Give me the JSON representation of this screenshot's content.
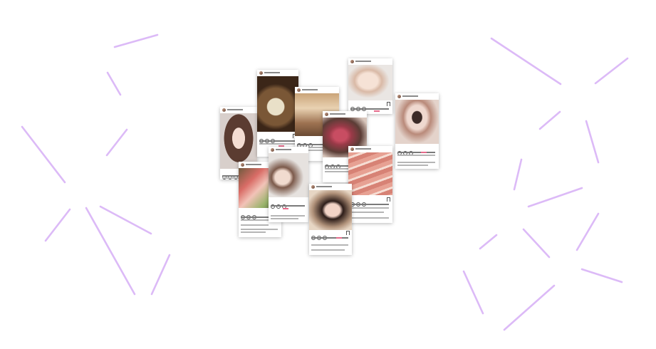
{
  "colors": {
    "background": "#ffffff",
    "decoration_stroke": "#dcbaf7"
  },
  "posts": [
    {
      "id": "selfie-brown-hair",
      "photo": "portrait"
    },
    {
      "id": "glass-drink",
      "photo": "drink"
    },
    {
      "id": "restaurant-interior",
      "photo": "interior"
    },
    {
      "id": "selfie-closeup",
      "photo": "portrait-light"
    },
    {
      "id": "girl-on-sofa",
      "photo": "portrait"
    },
    {
      "id": "wagyu-plate-hands",
      "photo": "meat"
    },
    {
      "id": "wagyu-slices",
      "photo": "meat"
    },
    {
      "id": "shabu-platter",
      "photo": "meat"
    },
    {
      "id": "profile-side-hair",
      "photo": "portrait-light"
    },
    {
      "id": "selfie-dark-hair",
      "photo": "portrait"
    }
  ]
}
